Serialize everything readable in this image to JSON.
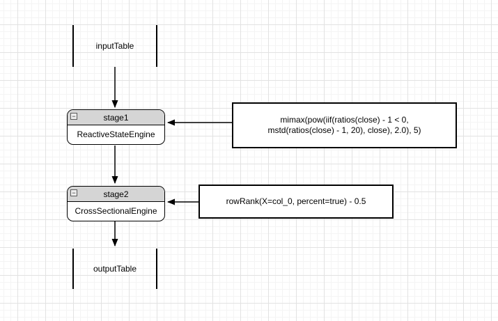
{
  "diagram": {
    "nodes": {
      "input_table": {
        "label": "inputTable"
      },
      "stage1": {
        "title": "stage1",
        "subtitle": "ReactiveStateEngine"
      },
      "stage2": {
        "title": "stage2",
        "subtitle": "CrossSectionalEngine"
      },
      "output_table": {
        "label": "outputTable"
      },
      "formula1": {
        "line1": "mimax(pow(iif(ratios(close) - 1 < 0,",
        "line2": "mstd(ratios(close) - 1, 20), close), 2.0), 5)"
      },
      "formula2": {
        "text": "rowRank(X=col_0, percent=true) - 0.5"
      }
    },
    "icons": {
      "collapse_glyph": "−"
    },
    "colors": {
      "canvas_bg": "#ffffff",
      "grid_minor": "#f4f4f4",
      "grid_major": "#e2e2e2",
      "node_header_fill": "#d5d5d5",
      "node_body_fill": "#ffffff",
      "stroke": "#000000",
      "text": "#000000"
    }
  }
}
